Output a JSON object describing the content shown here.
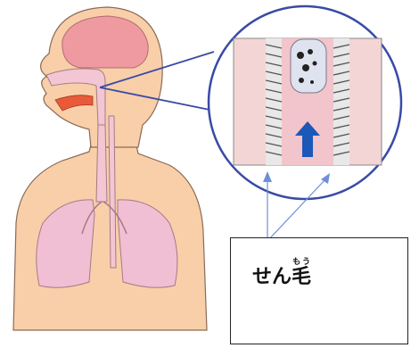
{
  "label": {
    "text": "せん",
    "kanji": "毛",
    "reading": "もう"
  },
  "colors": {
    "skin": "#f8cfa8",
    "airway": "#f3c6d3",
    "brain": "#ee9aa0",
    "lung": "#f0bfd4",
    "mouth_red": "#e85a3a",
    "zoom_circle": "#3a4aa6",
    "pointer_lines": "#6e8fd8",
    "arrow_blue": "#1b58b8",
    "cilia": "#555555"
  }
}
